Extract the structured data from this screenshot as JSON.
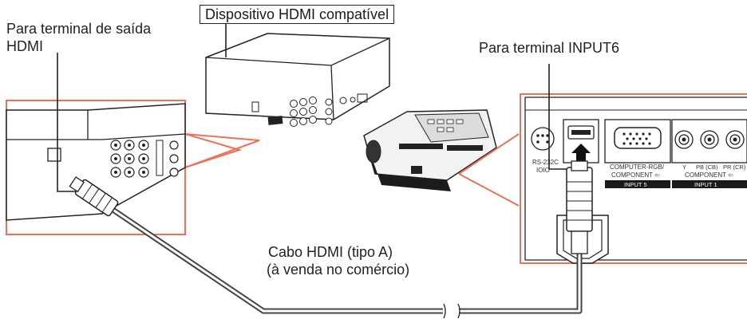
{
  "labels": {
    "hdmi_device": "Dispositivo HDMI compatível",
    "output_terminal_line1": "Para terminal de saída",
    "output_terminal_line2": "HDMI",
    "input6_terminal": "Para terminal INPUT6",
    "cable_line1": "Cabo HDMI (tipo A)",
    "cable_line2": "(à venda no comércio)"
  },
  "panel_labels": {
    "rs232": "RS-232C",
    "ioio": "IOIO",
    "computer_rgb": "COMPUTER-RGB/",
    "component_in": "COMPONENT ⇦",
    "input5": "INPUT 5",
    "y": "Y",
    "pb": "PB (CB)",
    "pr": "PR (CR)",
    "component_in2": "COMPONENT ⇦",
    "input1": "INPUT 1"
  },
  "colors": {
    "callout": "#e8725a",
    "line": "#222222",
    "cable": "#444444",
    "device_fill": "#ffffff",
    "panel_dark": "#1a1a1a"
  }
}
